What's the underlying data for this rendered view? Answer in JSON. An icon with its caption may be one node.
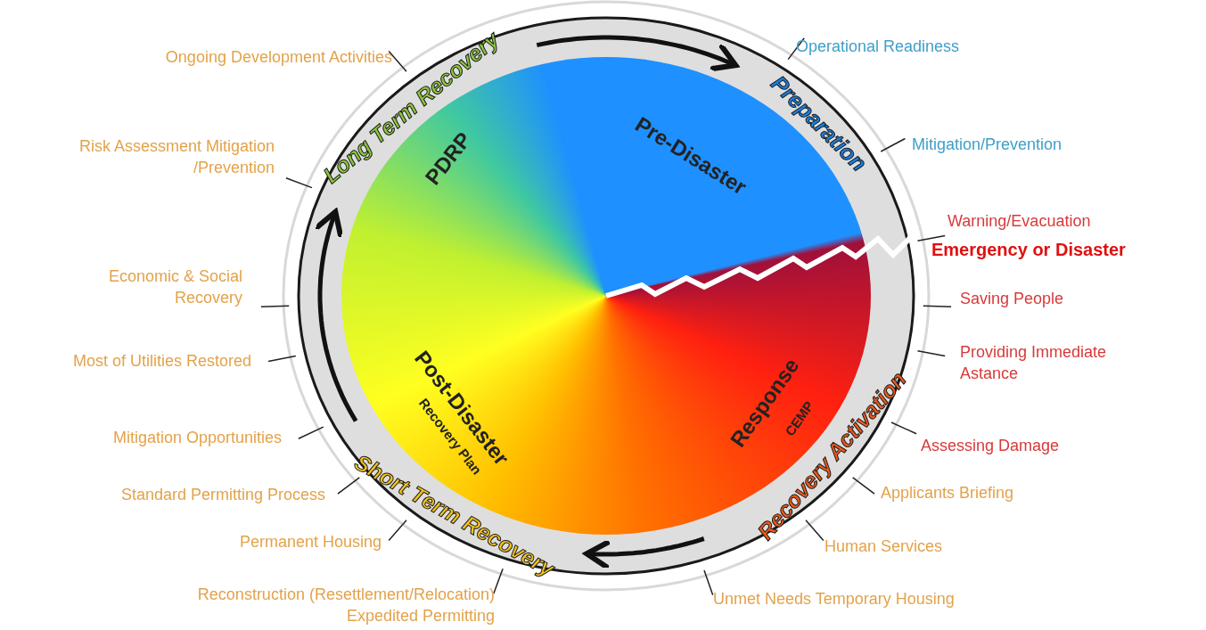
{
  "diagram": {
    "nodes": [
      {
        "text": [
          "Long Term Recovery"
        ]
      },
      {
        "text": [
          "Preparation"
        ]
      },
      {
        "text": [
          "Recovery Activation"
        ]
      },
      {
        "text": [
          "Short Term Recovery"
        ]
      }
    ],
    "edges": [
      {
        "from": 0,
        "to": 1,
        "arrow": "to"
      },
      {
        "from": 2,
        "to": 3,
        "arrow": "to"
      },
      {
        "from": 3,
        "to": 0,
        "arrow": "to"
      }
    ],
    "labels": [
      "Ongoing Development Activities",
      "Operational Readiness",
      "Risk Assessment Mitigation /Prevention",
      "Mitigation/Prevention",
      "Pre-Disaster",
      "PDRP",
      "Warning/Evacuation",
      "Emergency or Disaster",
      "Economic & Social Recovery",
      "Saving People",
      "Most of Utilities Restored",
      "Providing Immediate Astance",
      "Post-Disaster",
      "Recovery Plan",
      "Response",
      "CEMP",
      "Mitigation Opportunities",
      "Assessing Damage",
      "Standard Permitting Process",
      "Applicants Briefing",
      "Permanent Housing",
      "Human Services",
      "Reconstruction (Resettlement/Relocation) Expedited Permitting",
      "Unmet Needs Temporary Housing"
    ]
  }
}
